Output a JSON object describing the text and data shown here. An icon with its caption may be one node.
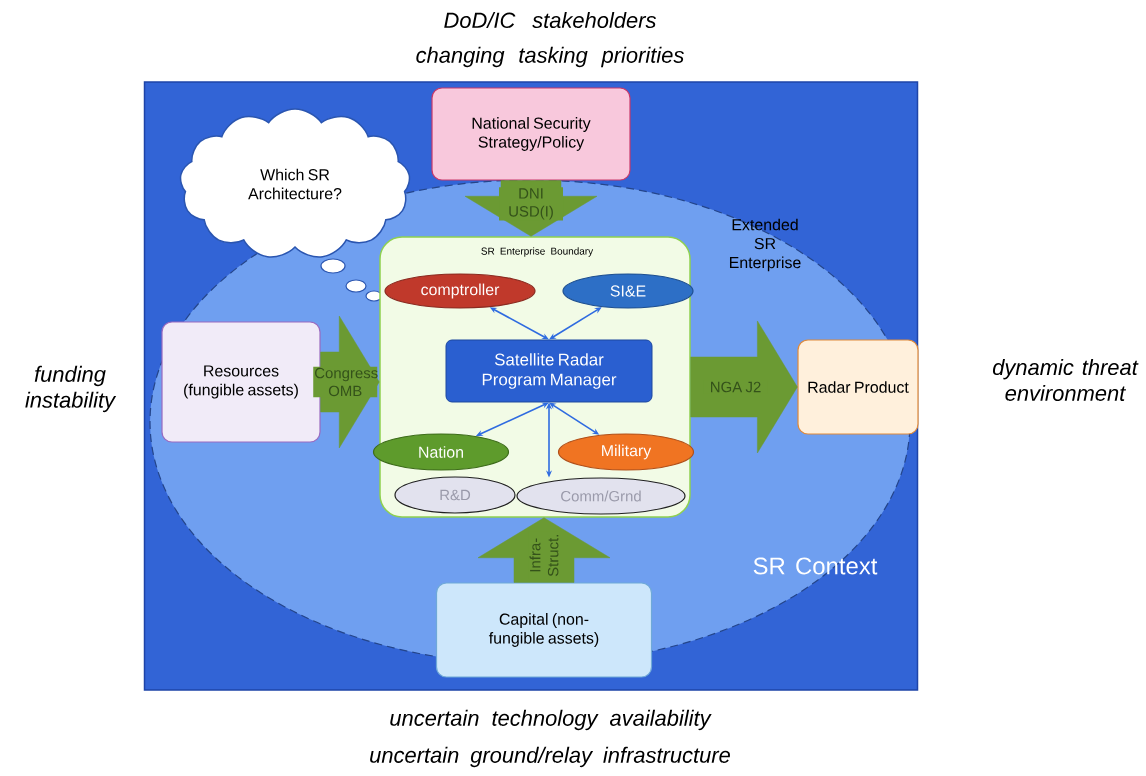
{
  "diagram": {
    "nodes": [
      {
        "text": [],
        "shape": "box"
      },
      {
        "text": [
          "Extended SR Enterprise",
          "SR Context"
        ],
        "in": 0
      },
      {
        "text": [
          "National Security Strategy/Policy"
        ],
        "in": 0
      },
      {
        "text": [
          "Which SR Architecture?"
        ],
        "in": 0
      },
      {
        "text": [
          "SR Enterprise Boundary"
        ],
        "in": 1
      },
      {
        "text": [
          "comptroller"
        ],
        "in": 4
      },
      {
        "text": [
          "SI&E"
        ],
        "in": 4
      },
      {
        "text": [
          "Satellite Radar Program Manager"
        ],
        "in": 4
      },
      {
        "text": [
          "Nation"
        ],
        "in": 4
      },
      {
        "text": [
          "Military"
        ],
        "in": 4
      },
      {
        "text": [
          "R&D"
        ],
        "in": 4
      },
      {
        "text": [
          "Comm/Grnd"
        ],
        "in": 4
      },
      {
        "text": [
          "Resources (fungible assets)"
        ],
        "in": 1
      },
      {
        "text": [
          "Radar Product"
        ],
        "in": 1
      },
      {
        "text": [
          "Capital (non-fungible assets)"
        ],
        "in": 0
      }
    ],
    "edges": [
      {
        "from": 2,
        "to": 4,
        "arrow": "to",
        "label": "DNI USD(I)",
        "style": "thick",
        "color": "#6b9a33"
      },
      {
        "from": 12,
        "to": 4,
        "arrow": "to",
        "label": "Congress OMB",
        "style": "thick",
        "color": "#6b9a33"
      },
      {
        "from": 4,
        "to": 13,
        "arrow": "to",
        "label": "NGA J2",
        "style": "thick",
        "color": "#6b9a33"
      },
      {
        "from": 14,
        "to": 4,
        "arrow": "to",
        "label": "Infra- Struct.",
        "style": "thick",
        "color": "#6b9a33"
      },
      {
        "from": 7,
        "to": 5,
        "arrow": "both"
      },
      {
        "from": 7,
        "to": 6,
        "arrow": "both"
      },
      {
        "from": 7,
        "to": 8,
        "arrow": "both"
      },
      {
        "from": 7,
        "to": 9,
        "arrow": "both"
      },
      {
        "from": 7,
        "to": 11,
        "arrow": "both"
      }
    ],
    "labels": [
      "DoD/IC stakeholders",
      "changing tasking priorities",
      "funding instability",
      "dynamic threat environment",
      "uncertain technology availability",
      "uncertain ground/relay infrastructure"
    ]
  }
}
